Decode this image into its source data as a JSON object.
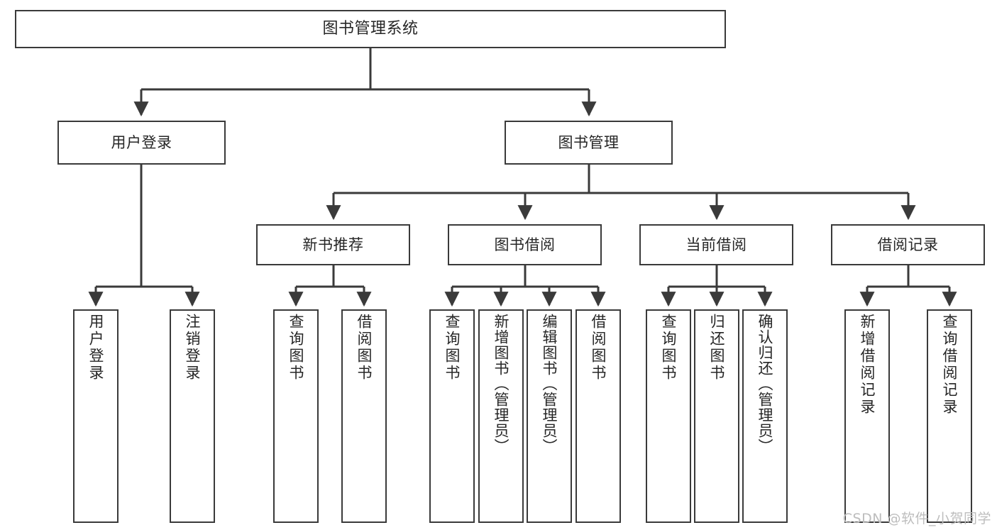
{
  "diagram": {
    "title": "图书管理系统",
    "type": "tree",
    "root": {
      "label": "图书管理系统",
      "children": [
        {
          "label": "用户登录",
          "children": [
            {
              "label": "用户登录"
            },
            {
              "label": "注销登录"
            }
          ]
        },
        {
          "label": "图书管理",
          "children": [
            {
              "label": "新书推荐",
              "children": [
                {
                  "label": "查询图书"
                },
                {
                  "label": "借阅图书"
                }
              ]
            },
            {
              "label": "图书借阅",
              "children": [
                {
                  "label": "查询图书"
                },
                {
                  "label": "新增图书（管理员）"
                },
                {
                  "label": "编辑图书（管理员）"
                },
                {
                  "label": "借阅图书"
                }
              ]
            },
            {
              "label": "当前借阅",
              "children": [
                {
                  "label": "查询图书"
                },
                {
                  "label": "归还图书"
                },
                {
                  "label": "确认归还（管理员）"
                }
              ]
            },
            {
              "label": "借阅记录",
              "children": [
                {
                  "label": "新增借阅记录"
                },
                {
                  "label": "查询借阅记录"
                }
              ]
            }
          ]
        }
      ]
    }
  },
  "nodes": {
    "root": "图书管理系统",
    "l2_user_login": "用户登录",
    "l2_book_manage": "图书管理",
    "l3_new_book": "新书推荐",
    "l3_borrow": "图书借阅",
    "l3_current": "当前借阅",
    "l3_record": "借阅记录",
    "leaf_user_login": "用户登录",
    "leaf_logout": "注销登录",
    "leaf_nb_query": "查询图书",
    "leaf_nb_borrow": "借阅图书",
    "leaf_bb_query": "查询图书",
    "leaf_bb_add": "新增图书（管理员）",
    "leaf_bb_edit": "编辑图书（管理员）",
    "leaf_bb_borrow": "借阅图书",
    "leaf_cb_query": "查询图书",
    "leaf_cb_return": "归还图书",
    "leaf_cb_confirm": "确认归还（管理员）",
    "leaf_br_add": "新增借阅记录",
    "leaf_br_query": "查询借阅记录"
  },
  "watermark": {
    "text": "CSDN @软件_小贺同学"
  },
  "colors": {
    "stroke": "#3a3a3a",
    "text": "#262626",
    "background": "#ffffff",
    "watermark": "#bdbdbd"
  }
}
